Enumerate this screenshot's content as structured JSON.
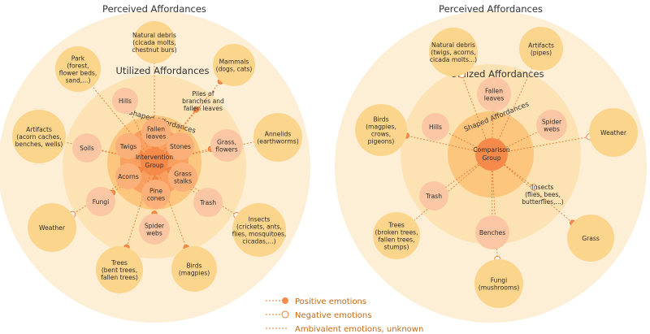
{
  "colors": {
    "perceived_ring": "#fdeed6",
    "utilized_ring": "#fde3b4",
    "shaped_ring": "#fcc67f",
    "center_fill": "#f9a060",
    "hub_fill": "#f58a4b",
    "node_perceived": "#fcd58d",
    "node_utilized": "#fbc6a3",
    "node_shaped": "#fbb079",
    "line": "#ec7a33",
    "legend_text": "#c46a17"
  },
  "diagrams": [
    {
      "id": "intervention",
      "perceived_label": "Perceived Affordances",
      "utilized_label": "Utilized Affordances",
      "shaped_label": "Shaped Affordances",
      "center_label": [
        "Intervention",
        "Group"
      ],
      "nodes": [
        {
          "key": "natural-debris",
          "lines": [
            "Natural debris",
            "(cicada molts,",
            "chestnut burs)"
          ],
          "ring": "perceived",
          "emotion": "ambivalent"
        },
        {
          "key": "park",
          "lines": [
            "Park",
            "(forest,",
            "flower beds,",
            "sand,...)"
          ],
          "ring": "perceived",
          "emotion": "ambivalent"
        },
        {
          "key": "mammals",
          "lines": [
            "Mammals",
            "(dogs, cats)"
          ],
          "ring": "perceived",
          "emotion": "positive"
        },
        {
          "key": "artifacts",
          "lines": [
            "Artifacts",
            "(acorn caches,",
            "benches, wells)"
          ],
          "ring": "perceived",
          "emotion": "ambivalent"
        },
        {
          "key": "annelids",
          "lines": [
            "Annelids",
            "(earthworms)"
          ],
          "ring": "perceived",
          "emotion": "none"
        },
        {
          "key": "weather",
          "lines": [
            "Weather"
          ],
          "ring": "perceived",
          "emotion": "negative"
        },
        {
          "key": "insects",
          "lines": [
            "Insects",
            "(crickets, ants,",
            "flies, mosquitoes,",
            "cicadas,...)"
          ],
          "ring": "perceived",
          "emotion": "negative"
        },
        {
          "key": "trees",
          "lines": [
            "Trees",
            "(bent trees,",
            "fallen trees)"
          ],
          "ring": "perceived",
          "emotion": "positive"
        },
        {
          "key": "birds",
          "lines": [
            "Birds",
            "(magpies)"
          ],
          "ring": "perceived",
          "emotion": "positive"
        },
        {
          "key": "hills",
          "lines": [
            "Hills"
          ],
          "ring": "utilized",
          "emotion": "ambivalent"
        },
        {
          "key": "piles",
          "lines": [
            "Piles of",
            "branches and",
            "fallen leaves"
          ],
          "ring": "utilized-text",
          "emotion": "positive"
        },
        {
          "key": "soils",
          "lines": [
            "Soils"
          ],
          "ring": "utilized",
          "emotion": "ambivalent"
        },
        {
          "key": "grass-flowers",
          "lines": [
            "Grass,",
            "flowers"
          ],
          "ring": "utilized",
          "emotion": "positive"
        },
        {
          "key": "fungi",
          "lines": [
            "Fungi"
          ],
          "ring": "utilized",
          "emotion": "positive"
        },
        {
          "key": "trash",
          "lines": [
            "Trash"
          ],
          "ring": "utilized",
          "emotion": "ambivalent"
        },
        {
          "key": "spider-webs",
          "lines": [
            "Spider",
            "webs"
          ],
          "ring": "utilized",
          "emotion": "positive"
        },
        {
          "key": "fallen-leaves",
          "lines": [
            "Fallen",
            "leaves"
          ],
          "ring": "shaped",
          "emotion": "positive"
        },
        {
          "key": "twigs",
          "lines": [
            "Twigs"
          ],
          "ring": "shaped",
          "emotion": "positive"
        },
        {
          "key": "stones",
          "lines": [
            "Stones"
          ],
          "ring": "shaped",
          "emotion": "positive"
        },
        {
          "key": "acorns",
          "lines": [
            "Acorns"
          ],
          "ring": "shaped",
          "emotion": "positive"
        },
        {
          "key": "grass-stalks",
          "lines": [
            "Grass",
            "stalks"
          ],
          "ring": "shaped",
          "emotion": "positive"
        },
        {
          "key": "pine-cones",
          "lines": [
            "Pine",
            "cones"
          ],
          "ring": "shaped",
          "emotion": "positive"
        }
      ]
    },
    {
      "id": "comparison",
      "perceived_label": "Perceived Affordances",
      "utilized_label": "Utilized Affordances",
      "shaped_label": "Shaped Affordances",
      "center_label": [
        "Comparison",
        "Group"
      ],
      "nodes": [
        {
          "key": "natural-debris",
          "lines": [
            "Natural debris",
            "(twigs, acorns,",
            "cicada molts...)"
          ],
          "ring": "perceived",
          "emotion": "negative"
        },
        {
          "key": "artifacts",
          "lines": [
            "Artifacts",
            "(pipes)"
          ],
          "ring": "perceived",
          "emotion": "ambivalent"
        },
        {
          "key": "birds",
          "lines": [
            "Birds",
            "(magpies,",
            "crows,",
            "pigeons)"
          ],
          "ring": "perceived",
          "emotion": "positive"
        },
        {
          "key": "weather",
          "lines": [
            "Weather"
          ],
          "ring": "perceived",
          "emotion": "negative"
        },
        {
          "key": "trees",
          "lines": [
            "Trees",
            "(broken trees,",
            "fallen trees,",
            "stumps)"
          ],
          "ring": "perceived",
          "emotion": "ambivalent"
        },
        {
          "key": "grass",
          "lines": [
            "Grass"
          ],
          "ring": "perceived",
          "emotion": "positive"
        },
        {
          "key": "fungi",
          "lines": [
            "Fungi",
            "(mushrooms)"
          ],
          "ring": "perceived",
          "emotion": "negative"
        },
        {
          "key": "fallen-leaves",
          "lines": [
            "Fallen",
            "leaves"
          ],
          "ring": "utilized",
          "emotion": "ambivalent"
        },
        {
          "key": "hills",
          "lines": [
            "Hills"
          ],
          "ring": "utilized",
          "emotion": "ambivalent"
        },
        {
          "key": "spider-webs",
          "lines": [
            "Spider",
            "webs"
          ],
          "ring": "utilized",
          "emotion": "ambivalent"
        },
        {
          "key": "trash",
          "lines": [
            "Trash"
          ],
          "ring": "utilized",
          "emotion": "ambivalent"
        },
        {
          "key": "insects",
          "lines": [
            "Insects",
            "(flies, bees,",
            "butterflies,...)"
          ],
          "ring": "utilized-text",
          "emotion": "negative"
        },
        {
          "key": "benches",
          "lines": [
            "Benches"
          ],
          "ring": "utilized",
          "emotion": "ambivalent"
        }
      ]
    }
  ],
  "legend": [
    {
      "key": "positive",
      "label": "Positive emotions"
    },
    {
      "key": "negative",
      "label": "Negative emotions"
    },
    {
      "key": "ambivalent",
      "label": "Ambivalent emotions, unknown"
    }
  ]
}
